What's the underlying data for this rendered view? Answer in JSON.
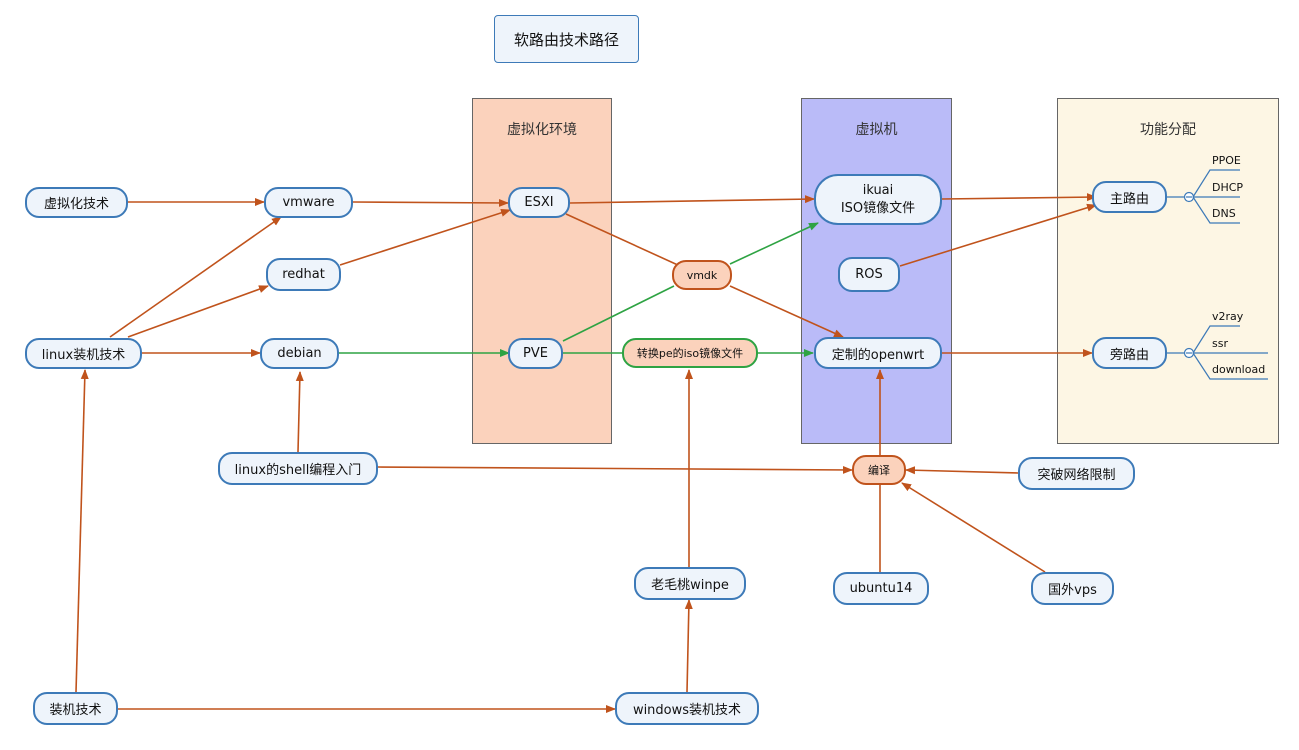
{
  "title": "软路由技术路径",
  "lanes": {
    "virtual_env": "虚拟化环境",
    "vm": "虚拟机",
    "function": "功能分配"
  },
  "nodes": {
    "virtualization": "虚拟化技术",
    "vmware": "vmware",
    "redhat": "redhat",
    "linux_install": "linux装机技术",
    "debian": "debian",
    "esxi": "ESXI",
    "pve": "PVE",
    "vmdk": "vmdk",
    "convert_pe": "转换pe的iso镜像文件",
    "ikuai": "ikuai\nISO镜像文件",
    "ros": "ROS",
    "openwrt": "定制的openwrt",
    "main_router": "主路由",
    "side_router": "旁路由",
    "shell_intro": "linux的shell编程入门",
    "compile": "编译",
    "break_limit": "突破网络限制",
    "laomaotao": "老毛桃winpe",
    "ubuntu": "ubuntu14",
    "foreign_vps": "国外vps",
    "install_tech": "装机技术",
    "windows_install": "windows装机技术"
  },
  "main_router_items": [
    "PPOE",
    "DHCP",
    "DNS"
  ],
  "side_router_items": [
    "v2ray",
    "ssr",
    "download"
  ],
  "colors": {
    "lane_virtual_env": "#fbd2bc",
    "lane_vm": "#babbf8",
    "lane_function": "#fdf6e4",
    "node_fill": "#eef4fb",
    "node_border": "#3d7ab8",
    "edge_orange": "#c0531c",
    "edge_green": "#2ea343"
  }
}
